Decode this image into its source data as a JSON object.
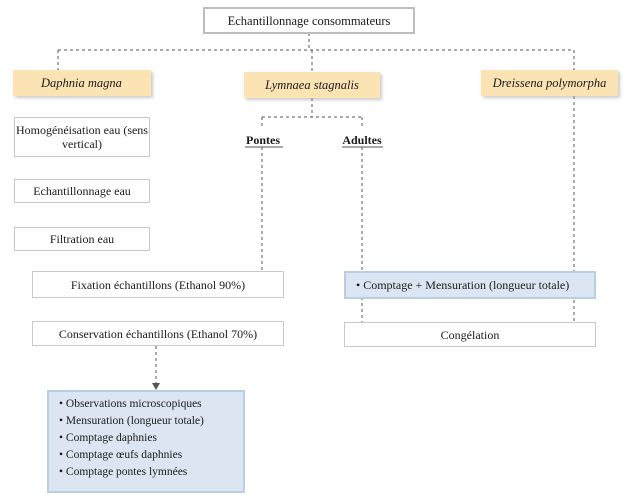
{
  "root": {
    "label": "Echantillonnage consommateurs"
  },
  "species": {
    "daphnia": "Daphnia magna",
    "lymnaea": "Lymnaea stagnalis",
    "dreissena": "Dreissena polymorpha"
  },
  "lymnaea_branches": {
    "pontes": "Pontes",
    "adultes": "Adultes"
  },
  "daphnia_steps": {
    "homogeneisation": "Homogénéisation eau (sens vertical)",
    "echantillonnage": "Echantillonnage eau",
    "filtration": "Filtration eau"
  },
  "fixation": "Fixation échantillons  (Ethanol 90%)",
  "conservation": "Conservation échantillons  (Ethanol  70%)",
  "comptage_mensuration": "• Comptage + Mensuration (longueur totale)",
  "congelation": "Congélation",
  "analyses": [
    "Observations microscopiques",
    "Mensuration (longueur totale)",
    "Comptage daphnies",
    "Comptage œufs daphnies",
    "Comptage pontes lymnées"
  ],
  "colors": {
    "species_fill": "#fbe3b4",
    "result_fill": "#dce6f2",
    "result_border": "#b9cde5"
  }
}
